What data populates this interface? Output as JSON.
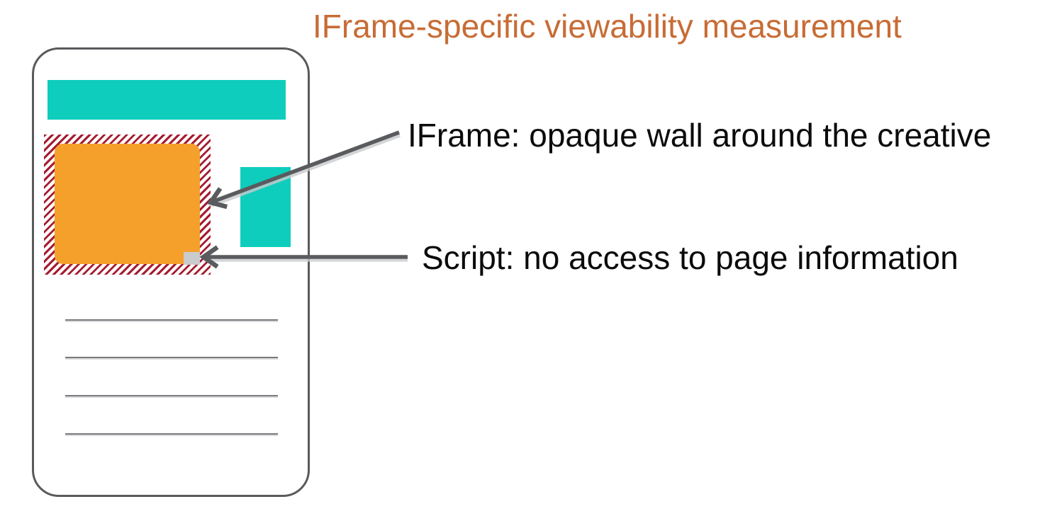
{
  "title": "IFrame-specific viewability measurement",
  "annotations": {
    "iframe_label": "IFrame: opaque wall around the creative",
    "script_label": "Script: no access to page information"
  },
  "diagram": {
    "content_line_count": 4
  },
  "colors": {
    "title-orange": "#C76C35",
    "teal": "#0FCDBD",
    "creative-orange": "#F5A02B",
    "stripe-red": "#A51C30",
    "frame-gray": "#595A5C",
    "arrow-gray": "#5A5B5E",
    "script-gray": "#CACBCC",
    "line-gray": "#797B7E"
  }
}
